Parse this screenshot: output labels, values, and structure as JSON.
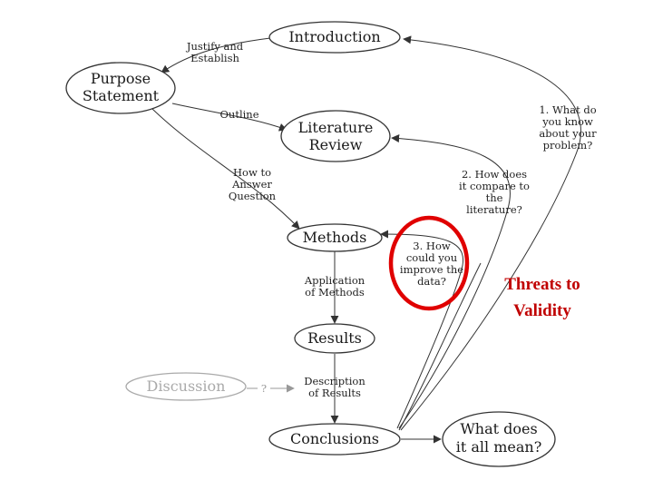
{
  "nodes": {
    "introduction": "Introduction",
    "purpose_line1": "Purpose",
    "purpose_line2": "Statement",
    "literature_line1": "Literature",
    "literature_line2": "Review",
    "methods": "Methods",
    "results": "Results",
    "discussion": "Discussion",
    "conclusions": "Conclusions",
    "meaning_line1": "What does",
    "meaning_line2": "it all mean?"
  },
  "edge_labels": {
    "justify_line1": "Justify and",
    "justify_line2": "Establish",
    "outline": "Outline",
    "how_line1": "How to",
    "how_line2": "Answer",
    "how_line3": "Question",
    "application_line1": "Application",
    "application_line2": "of Methods",
    "description_line1": "Description",
    "description_line2": "of Results",
    "question_mark": "?",
    "q1_line1": "1. What do",
    "q1_line2": "you know",
    "q1_line3": "about your",
    "q1_line4": "problem?",
    "q2_line1": "2. How does",
    "q2_line2": "it compare to",
    "q2_line3": "the",
    "q2_line4": "literature?",
    "q3_line1": "3. How",
    "q3_line2": "could you",
    "q3_line3": "improve the",
    "q3_line4": "data?"
  },
  "callout": {
    "line1": "Threats to",
    "line2": "Validity"
  },
  "colors": {
    "highlight": "#e00000",
    "callout_text": "#c00000",
    "faded": "#aaaaaa"
  }
}
